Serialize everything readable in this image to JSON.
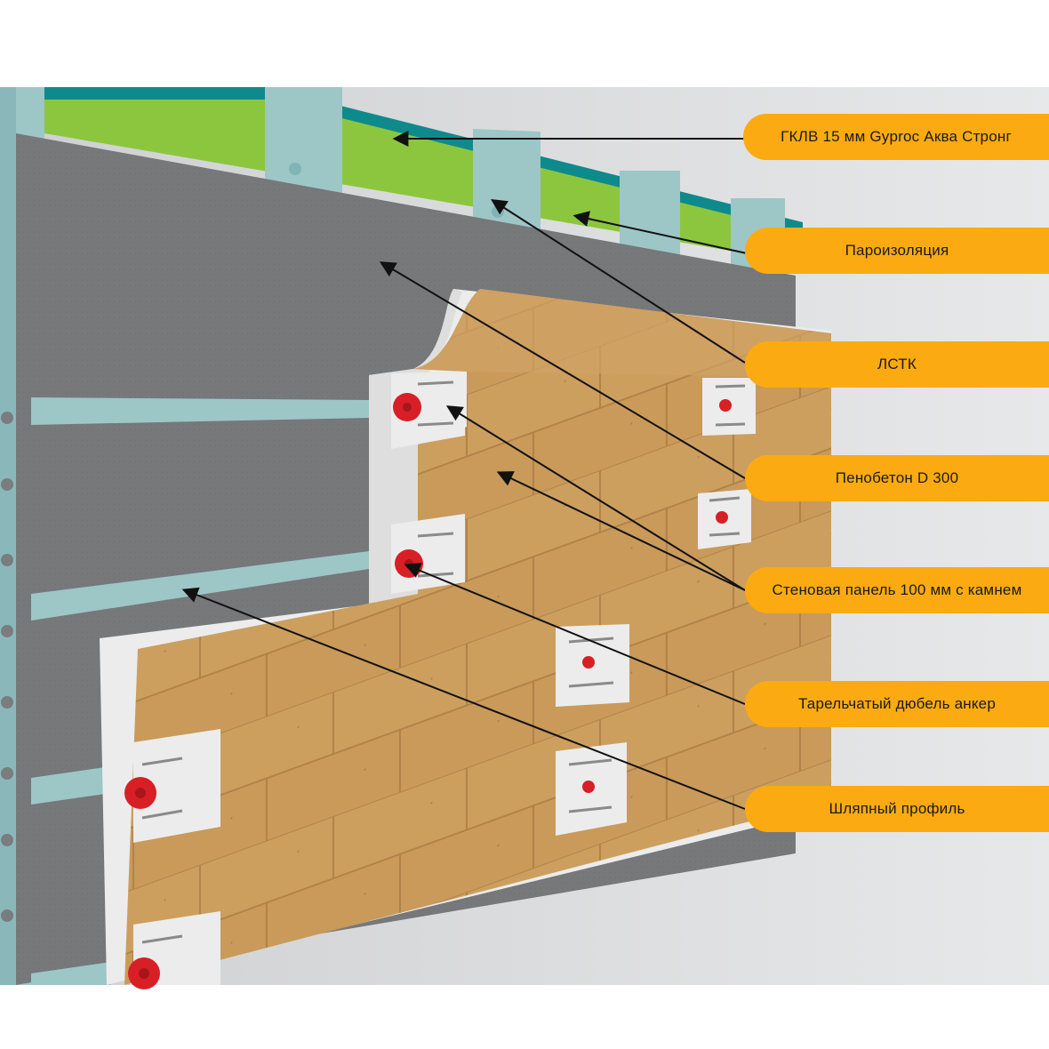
{
  "colors": {
    "callout": "#fbab11",
    "stone": "#c99a5a",
    "gypsum_board": "#757677",
    "steel_frame": "#9dc6c7",
    "vapor_barrier": "#8cc63f",
    "teal_layer": "#0f8a8c",
    "foam_concrete": "#ececec",
    "dowel": "#d81f26",
    "leader_line": "#111111"
  },
  "labels": [
    {
      "id": "gklv",
      "text": "ГКЛВ 15 мм  Gyproc Аква Стронг",
      "icon": "arrow-left-icon"
    },
    {
      "id": "vapor",
      "text": "Пароизоляция",
      "icon": "arrow-left-icon"
    },
    {
      "id": "lstk",
      "text": "ЛСТК",
      "icon": "arrow-left-icon"
    },
    {
      "id": "penobeton",
      "text": "Пенобетон D 300",
      "icon": "arrow-left-icon"
    },
    {
      "id": "panel",
      "text": "Стеновая панель 100 мм с камнем",
      "icon": "arrow-left-icon"
    },
    {
      "id": "dowel",
      "text": "Тарельчатый дюбель анкер",
      "icon": "arrow-left-icon"
    },
    {
      "id": "hat",
      "text": "Шляпный профиль",
      "icon": "arrow-left-icon"
    }
  ]
}
